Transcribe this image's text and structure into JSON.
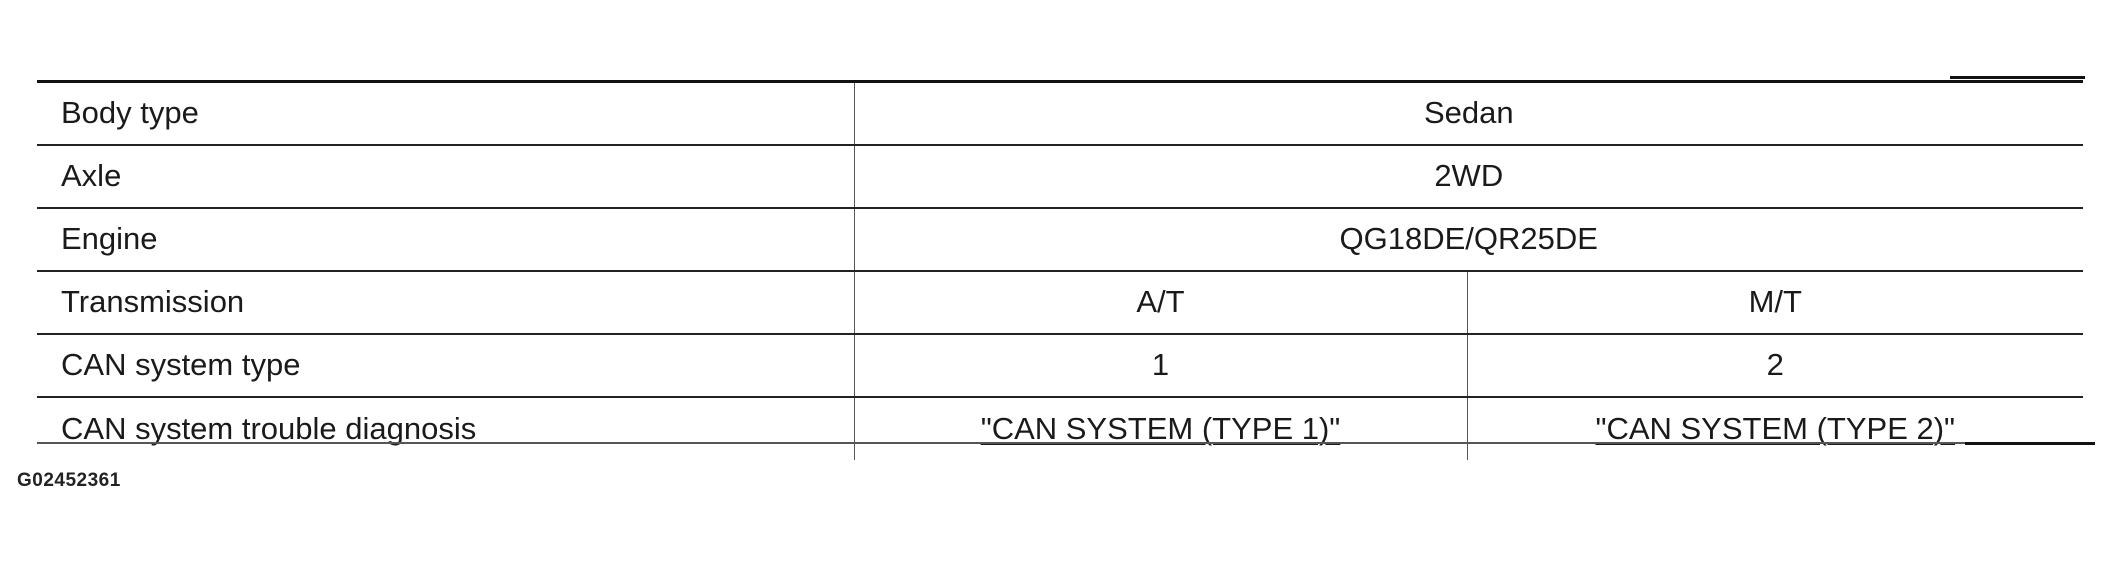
{
  "table": {
    "rows": [
      {
        "label": "Body type",
        "value": "Sedan"
      },
      {
        "label": "Axle",
        "value": "2WD"
      },
      {
        "label": "Engine",
        "value": "QG18DE/QR25DE"
      },
      {
        "label": "Transmission",
        "values": [
          "A/T",
          "M/T"
        ]
      },
      {
        "label": "CAN system type",
        "values": [
          "1",
          "2"
        ]
      },
      {
        "label": "CAN system trouble diagnosis",
        "links": [
          "\"CAN SYSTEM (TYPE 1)\"",
          "\"CAN SYSTEM (TYPE 2)\""
        ]
      }
    ]
  },
  "figure_id": "G02452361"
}
